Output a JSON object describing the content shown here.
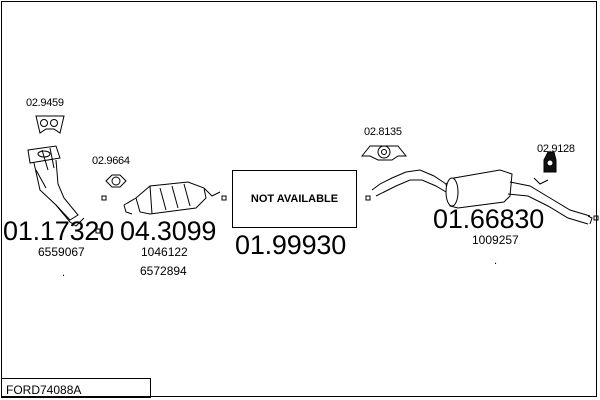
{
  "diagram_code": "FORD74088A",
  "not_available": "NOT AVAILABLE",
  "parts": [
    {
      "ref": "02.9459"
    },
    {
      "ref": "01.17320",
      "oem": "6559067",
      "note": "."
    },
    {
      "ref": "02.9664"
    },
    {
      "ref": "04.3099",
      "oem": [
        "1046122",
        "6572894"
      ]
    },
    {
      "ref": "01.99930"
    },
    {
      "ref": "02.8135"
    },
    {
      "ref": "02.9128"
    },
    {
      "ref": "01.66830",
      "oem": "1009257",
      "note": "."
    }
  ]
}
